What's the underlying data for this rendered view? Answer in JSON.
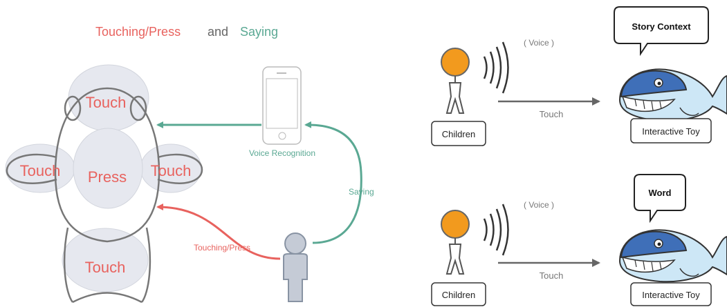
{
  "header": {
    "title_part1": "Touching/Press",
    "title_connector": "and",
    "title_part2": "Saying"
  },
  "left_panel": {
    "zones": [
      "Touch",
      "Touch",
      "Press",
      "Touch",
      "Touch"
    ],
    "phone_caption": "Voice Recognition",
    "arrow_saying_label": "Saying",
    "arrow_touching_label": "Touching/Press"
  },
  "right_panel": {
    "rows": [
      {
        "voice_label": "( Voice )",
        "touch_label": "Touch",
        "child_label": "Children",
        "toy_label": "Interactive Toy",
        "bubble_text": "Story Context"
      },
      {
        "voice_label": "( Voice )",
        "touch_label": "Touch",
        "child_label": "Children",
        "toy_label": "Interactive Toy",
        "bubble_text": "Word"
      }
    ]
  },
  "colors": {
    "red": "#e8625e",
    "teal": "#5aa893",
    "gray": "#666666",
    "zone_fill": "#e6e8ef",
    "orange": "#f29a1e",
    "whale_blue": "#3f6fb8",
    "whale_light": "#cde7f6"
  }
}
